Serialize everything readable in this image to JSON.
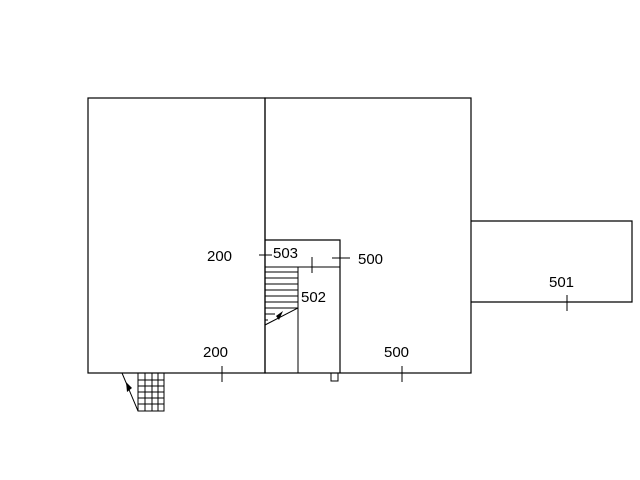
{
  "plan": {
    "labels": {
      "room_200_mid": "200",
      "room_200_bottom": "200",
      "room_500_mid": "500",
      "room_500_bottom": "500",
      "room_501": "501",
      "room_502": "502",
      "room_503": "503"
    }
  }
}
